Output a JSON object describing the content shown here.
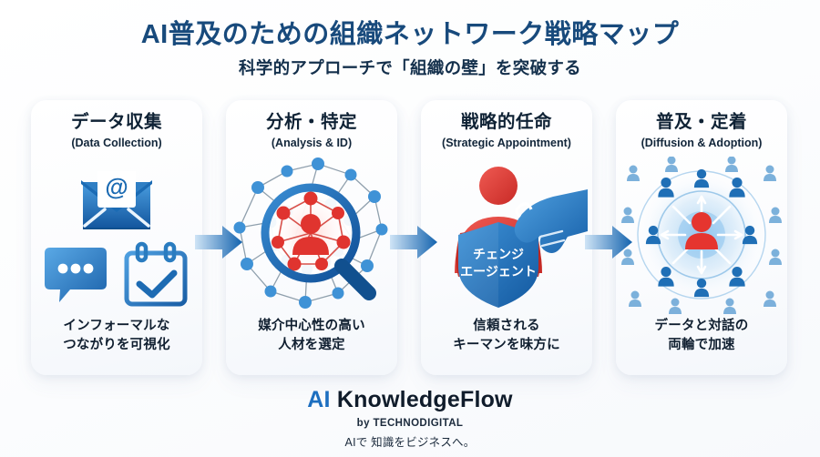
{
  "header": {
    "title": "AI普及のための組織ネットワーク戦略マップ",
    "subtitle": "科学的アプローチで「組織の壁」を突破する"
  },
  "cards": [
    {
      "title_jp": "データ収集",
      "title_en": "(Data Collection)",
      "caption": "インフォーマルな\nつながりを可視化",
      "icons": [
        "email-at-icon",
        "chat-bubble-icon",
        "calendar-check-icon"
      ]
    },
    {
      "title_jp": "分析・特定",
      "title_en": "(Analysis & ID)",
      "caption": "媒介中心性の高い\n人材を選定",
      "icons": [
        "network-mesh-icon",
        "magnifier-icon",
        "person-highlight-icon"
      ]
    },
    {
      "title_jp": "戦略的任命",
      "title_en": "(Strategic Appointment)",
      "caption": "信頼される\nキーマンを味方に",
      "icons": [
        "hero-figure-icon",
        "shield-icon",
        "pointing-hand-icon"
      ],
      "shield_label_line1": "チェンジ",
      "shield_label_line2": "エージェント"
    },
    {
      "title_jp": "普及・定着",
      "title_en": "(Diffusion & Adoption)",
      "caption": "データと対話の\n両輪で加速",
      "icons": [
        "diffusion-network-icon",
        "radiating-rings-icon"
      ]
    }
  ],
  "arrows": [
    "flow-arrow-1",
    "flow-arrow-2",
    "flow-arrow-3"
  ],
  "footer": {
    "brand_accent": "AI",
    "brand_rest": " KnowledgeFlow",
    "byline": "by TECHNODIGITAL",
    "tagline": "AIで 知識をビジネスへ。"
  },
  "colors": {
    "title_blue": "#184a7c",
    "accent_blue": "#1d6fc0",
    "deep_blue": "#18559e",
    "node_blue": "#3a8fd4",
    "red": "#e23b35",
    "dark_text": "#0f2235",
    "card_bg": "#ffffff",
    "page_bg": "#fdfdfe"
  }
}
